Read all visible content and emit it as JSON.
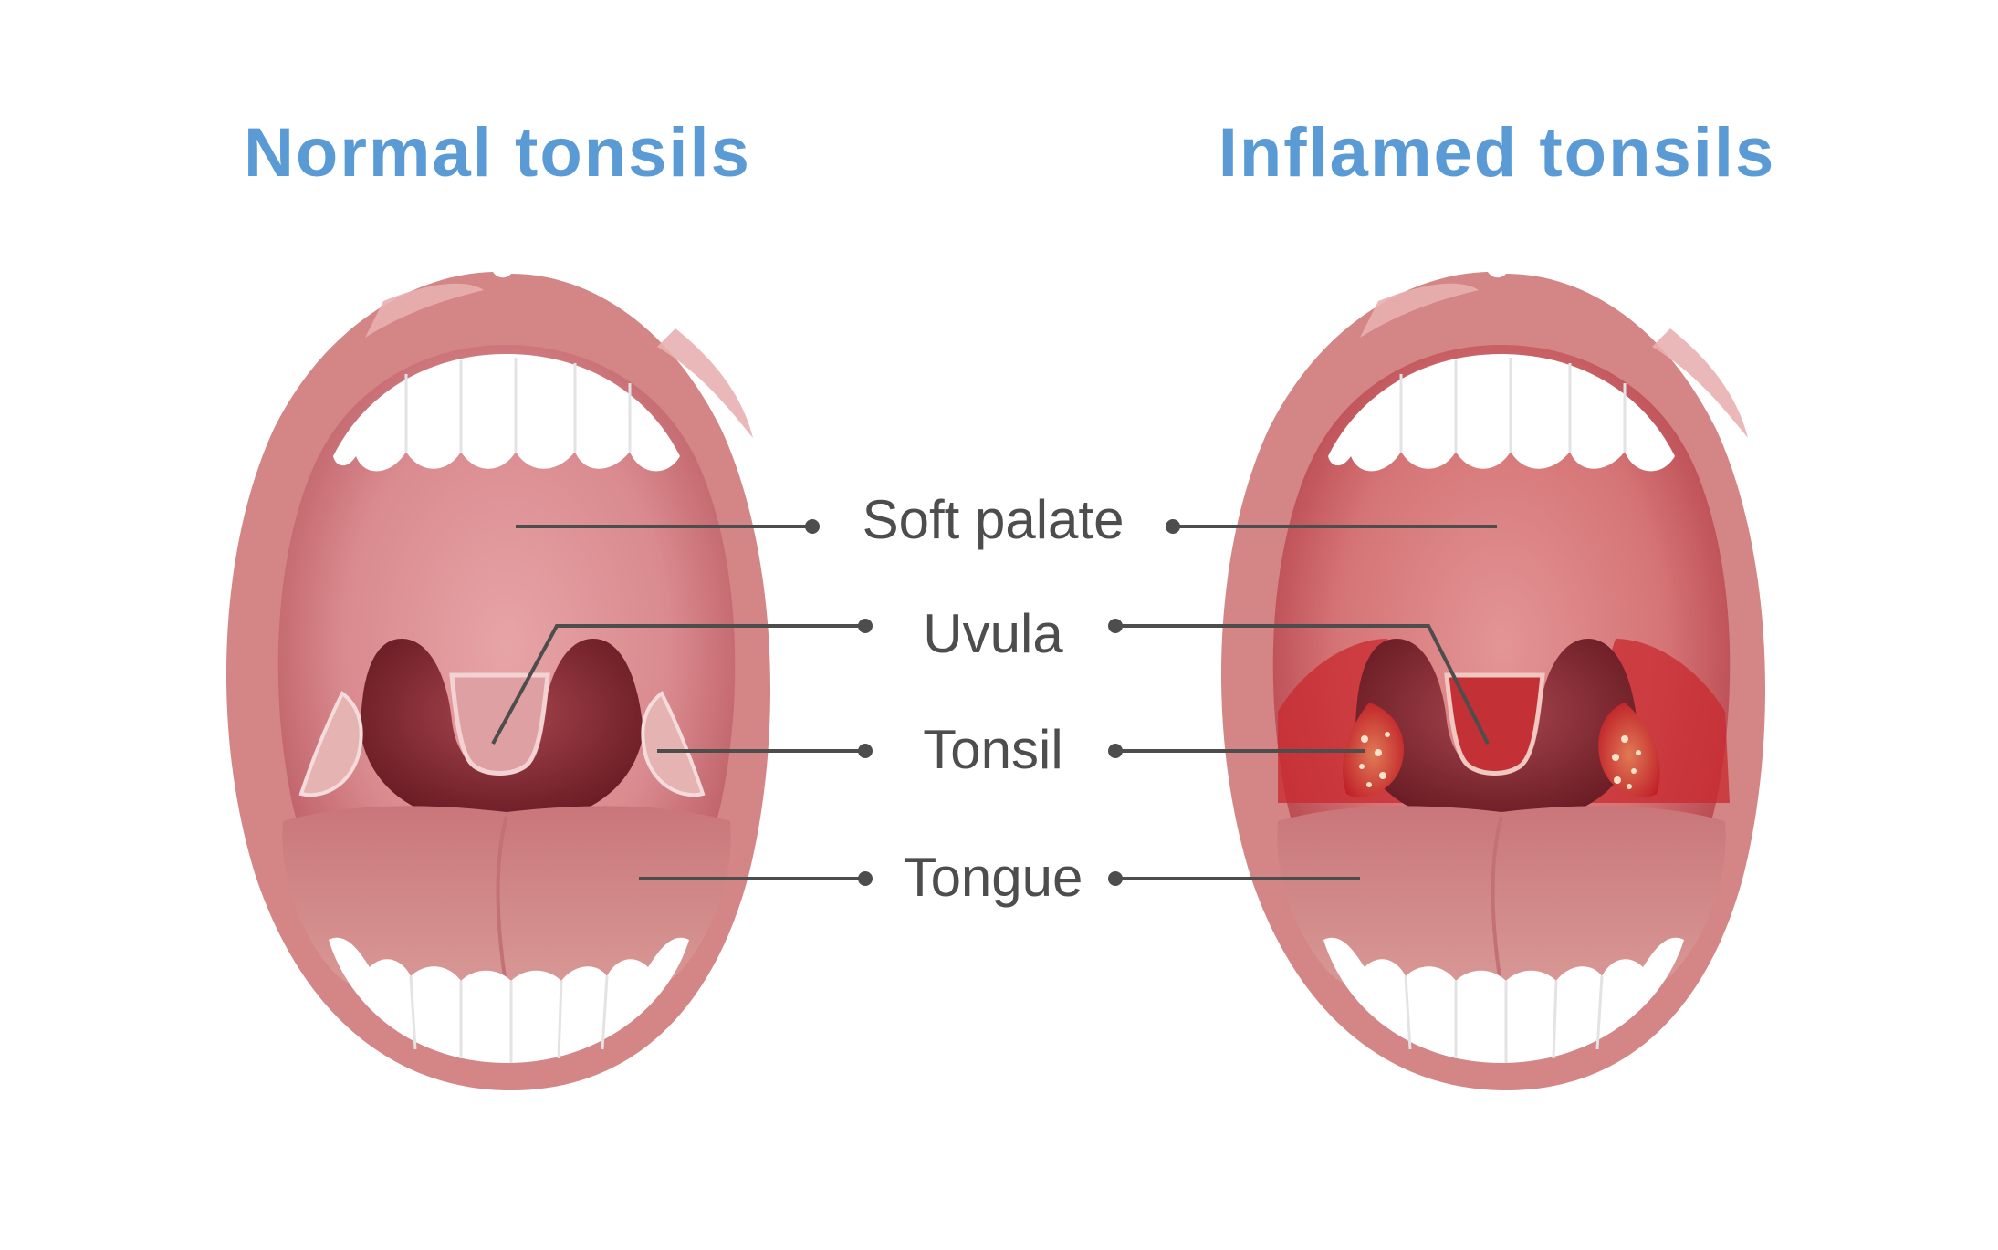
{
  "titles": {
    "normal": "Normal tonsils",
    "inflamed": "Inflamed tonsils"
  },
  "labels": {
    "soft_palate": "Soft palate",
    "uvula": "Uvula",
    "tonsil": "Tonsil",
    "tongue": "Tongue"
  },
  "colors": {
    "title": "#5b9bd5",
    "label_text": "#4d4d4d",
    "leader_line": "#4d4d4d",
    "lips": "#d48585",
    "lips_highlight": "#e8b0b0",
    "palate": "#d9868a",
    "throat_dark": "#6e1a22",
    "tongue": "#cf8888",
    "teeth": "#ffffff",
    "tonsil_normal": "#e6b3b3",
    "tonsil_inflamed": "#c8282d",
    "uvula_normal": "#dfa0a4",
    "uvula_inflamed": "#c33036"
  }
}
